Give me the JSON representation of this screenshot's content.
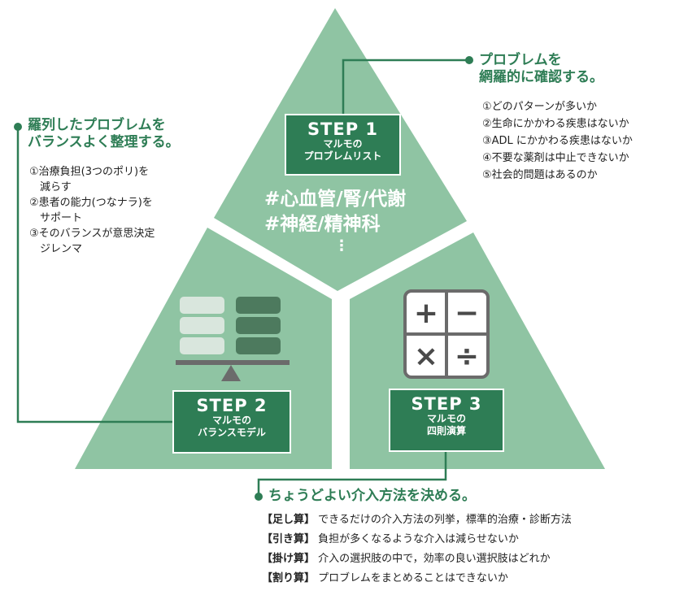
{
  "steps": [
    {
      "title": "STEP 1",
      "line1": "マルモの",
      "line2": "プロブレムリスト"
    },
    {
      "title": "STEP 2",
      "line1": "マルモの",
      "line2": "バランスモデル"
    },
    {
      "title": "STEP 3",
      "line1": "マルモの",
      "line2": "四則演算"
    }
  ],
  "step1_tags": [
    "#心血管/腎/代謝",
    "#神経/精神科",
    "⋮"
  ],
  "right_block": {
    "heading": [
      "プロブレムを",
      "網羅的に確認する。"
    ],
    "items": [
      "①どのパターンが多いか",
      "②生命にかかわる疾患はないか",
      "③ADL にかかわる疾患はないか",
      "④不要な薬剤は中止できないか",
      "⑤社会的問題はあるのか"
    ]
  },
  "left_block": {
    "heading": [
      "羅列したプロブレムを",
      "バランスよく整理する。"
    ],
    "items": [
      "①治療負担(3つのポリ)を",
      "　減らす",
      "②患者の能力(つなナラ)を",
      "　サポート",
      "③そのバランスが意思決定",
      "　ジレンマ"
    ]
  },
  "bottom_block": {
    "heading": "ちょうどよい介入方法を決める。",
    "rows": [
      {
        "key": "【足し算】",
        "text": "できるだけの介入方法の列挙，標準的治療・診断方法"
      },
      {
        "key": "【引き算】",
        "text": "負担が多くなるような介入は減らせないか"
      },
      {
        "key": "【掛け算】",
        "text": "介入の選択肢の中で，効率の良い選択肢はどれか"
      },
      {
        "key": "【割り算】",
        "text": "プロブレムをまとめることはできないか"
      }
    ]
  },
  "calculator_symbols": [
    "+",
    "−",
    "×",
    "÷"
  ],
  "colors": {
    "triangle": "#8fc4a3",
    "dark_green": "#2e7d55",
    "line_green": "#2e7d55",
    "light_block": "#d9e6dd",
    "dark_block": "#4d7a5e",
    "scale_grey": "#6b6b6b"
  }
}
